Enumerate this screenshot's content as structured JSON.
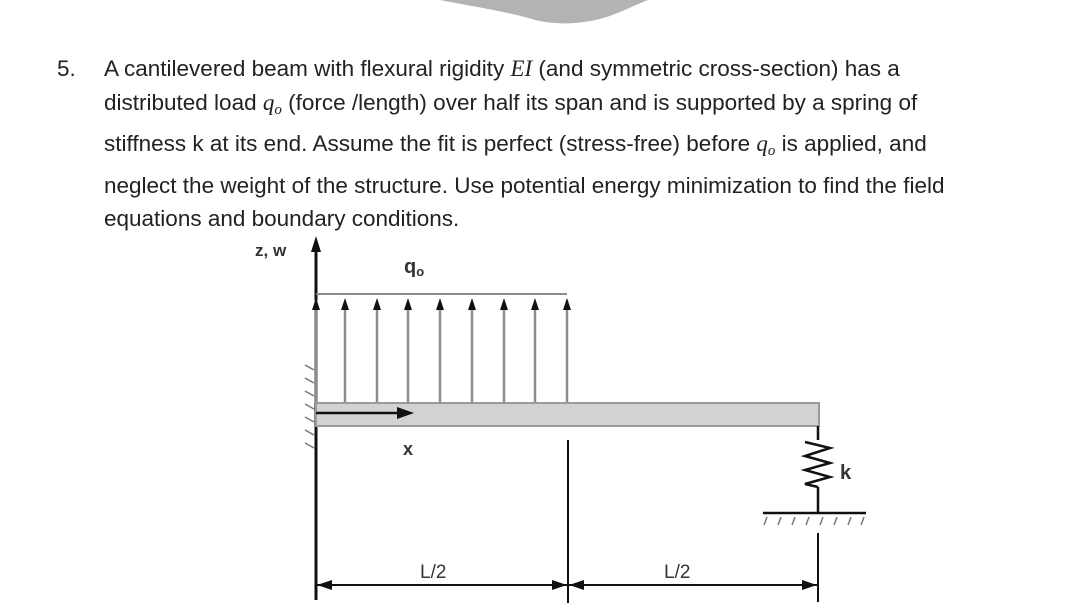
{
  "problem": {
    "number": "5.",
    "lines": [
      {
        "pre": "A cantilevered beam with flexural rigidity ",
        "math": "EI",
        "post": " (and symmetric cross-section) has a"
      },
      {
        "pre": "distributed load ",
        "math": "q",
        "math_sub": "o",
        "post": " (force /length) over half its span and is supported by a spring of"
      },
      {
        "pre": "stiffness k at its end. Assume the fit is perfect (stress-free) before ",
        "math": "q",
        "math_sub": "o",
        "post": " is applied, and"
      },
      {
        "pre": "neglect the weight of the structure. Use potential energy minimization to find the field"
      },
      {
        "pre": "equations and boundary conditions."
      }
    ]
  },
  "diagram": {
    "axis_label_z": "z, w",
    "axis_label_x": "x",
    "load_label": "q",
    "load_label_sub": "o",
    "spring_label": "k",
    "dim_left": "L/2",
    "dim_right": "L/2",
    "load_arrow_count": 9,
    "colors": {
      "beam_fill": "#d2d2d2",
      "beam_stroke": "#9a9a9a",
      "load_lines": "#8c8c8c",
      "ink": "#111111",
      "top_blob": "#b3b3b3"
    }
  }
}
